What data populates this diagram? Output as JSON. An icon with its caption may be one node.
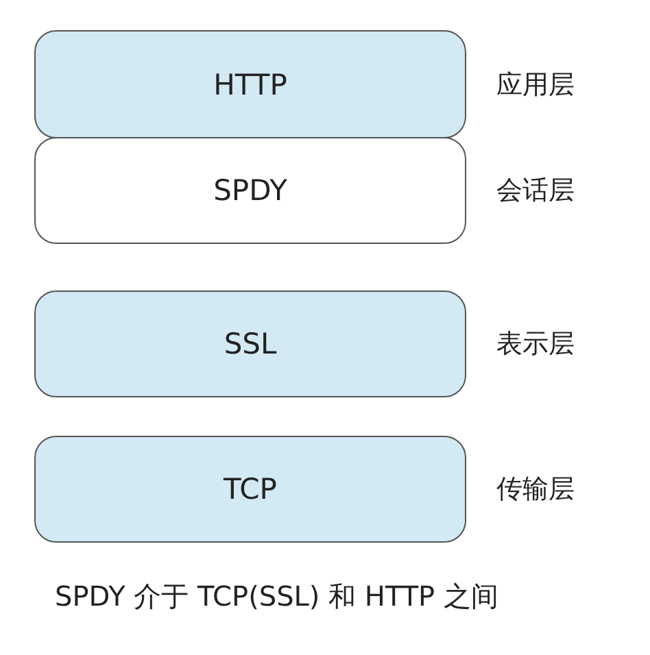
{
  "diagram": {
    "caption": "SPDY 介于 TCP(SSL) 和 HTTP 之间",
    "nodes": [
      {
        "text": [
          "HTTP"
        ],
        "beside": [
          "应用层"
        ]
      },
      {
        "text": [
          "SPDY"
        ],
        "beside": [
          "会话层"
        ]
      },
      {
        "text": [
          "SSL"
        ],
        "beside": [
          "表示层"
        ]
      },
      {
        "text": [
          "TCP"
        ],
        "beside": [
          "传输层"
        ]
      }
    ]
  }
}
